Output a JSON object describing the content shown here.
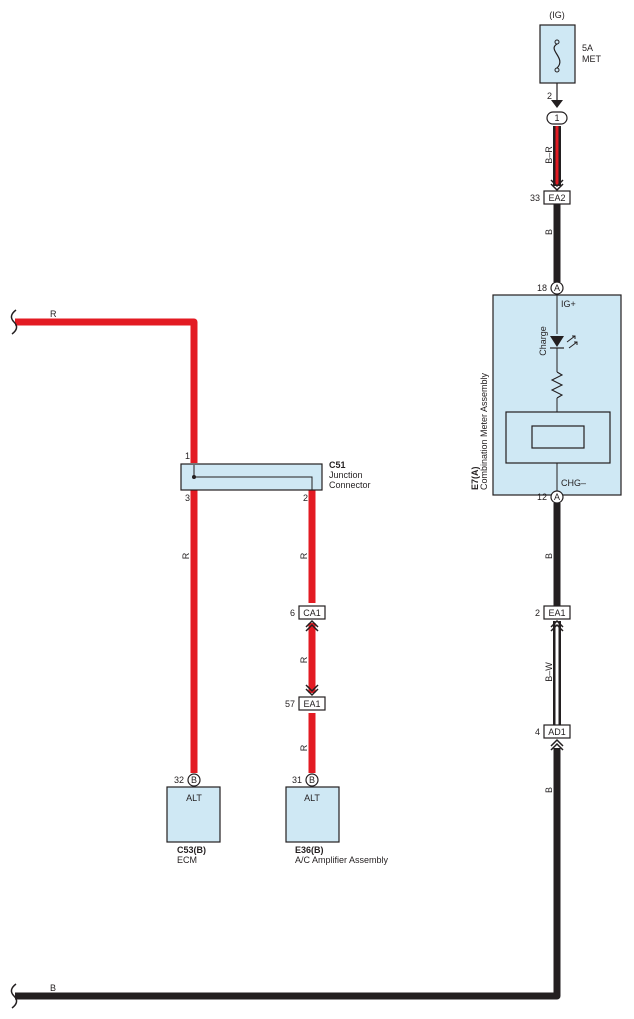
{
  "diagram": {
    "fuse": {
      "source": "(IG)",
      "rating": "5A",
      "name": "MET",
      "pin": "2"
    },
    "splice": {
      "label": "1"
    },
    "wires": {
      "br": "B–R",
      "b_top": "B",
      "b_mid": "B",
      "bw": "B–W",
      "b_low": "B",
      "b_bottom": "B",
      "r_top": "R",
      "r_left": "R",
      "r_right1": "R",
      "r_right2": "R",
      "r_right3": "R"
    },
    "connectors": {
      "ea2": {
        "name": "EA2",
        "pin": "33"
      },
      "ea1_right": {
        "name": "EA1",
        "pin": "2"
      },
      "ad1": {
        "name": "AD1",
        "pin": "4"
      },
      "ca1": {
        "name": "CA1",
        "pin": "6"
      },
      "ea1_left": {
        "name": "EA1",
        "pin": "57"
      },
      "meter_top": {
        "letter": "A",
        "pin": "18"
      },
      "meter_bottom": {
        "letter": "A",
        "pin": "12"
      },
      "ecm": {
        "letter": "B",
        "pin": "32"
      },
      "ac": {
        "letter": "B",
        "pin": "31"
      }
    },
    "meter": {
      "id": "E7(A)",
      "name": "Combination Meter Assembly",
      "ig_label": "IG+",
      "chg_label": "CHG–",
      "led_label": "Charge"
    },
    "junction": {
      "id": "C51",
      "name_line1": "Junction",
      "name_line2": "Connector",
      "pin1": "1",
      "pin3": "3",
      "pin2": "2"
    },
    "ecm": {
      "id": "C53(B)",
      "name": "ECM",
      "terminal": "ALT"
    },
    "ac_amp": {
      "id": "E36(B)",
      "name": "A/C Amplifier Assembly",
      "terminal": "ALT"
    }
  },
  "colors": {
    "wire_red": "#e31b23",
    "wire_black": "#231f20",
    "component_fill": "#cfe8f4",
    "outline": "#231f20"
  }
}
